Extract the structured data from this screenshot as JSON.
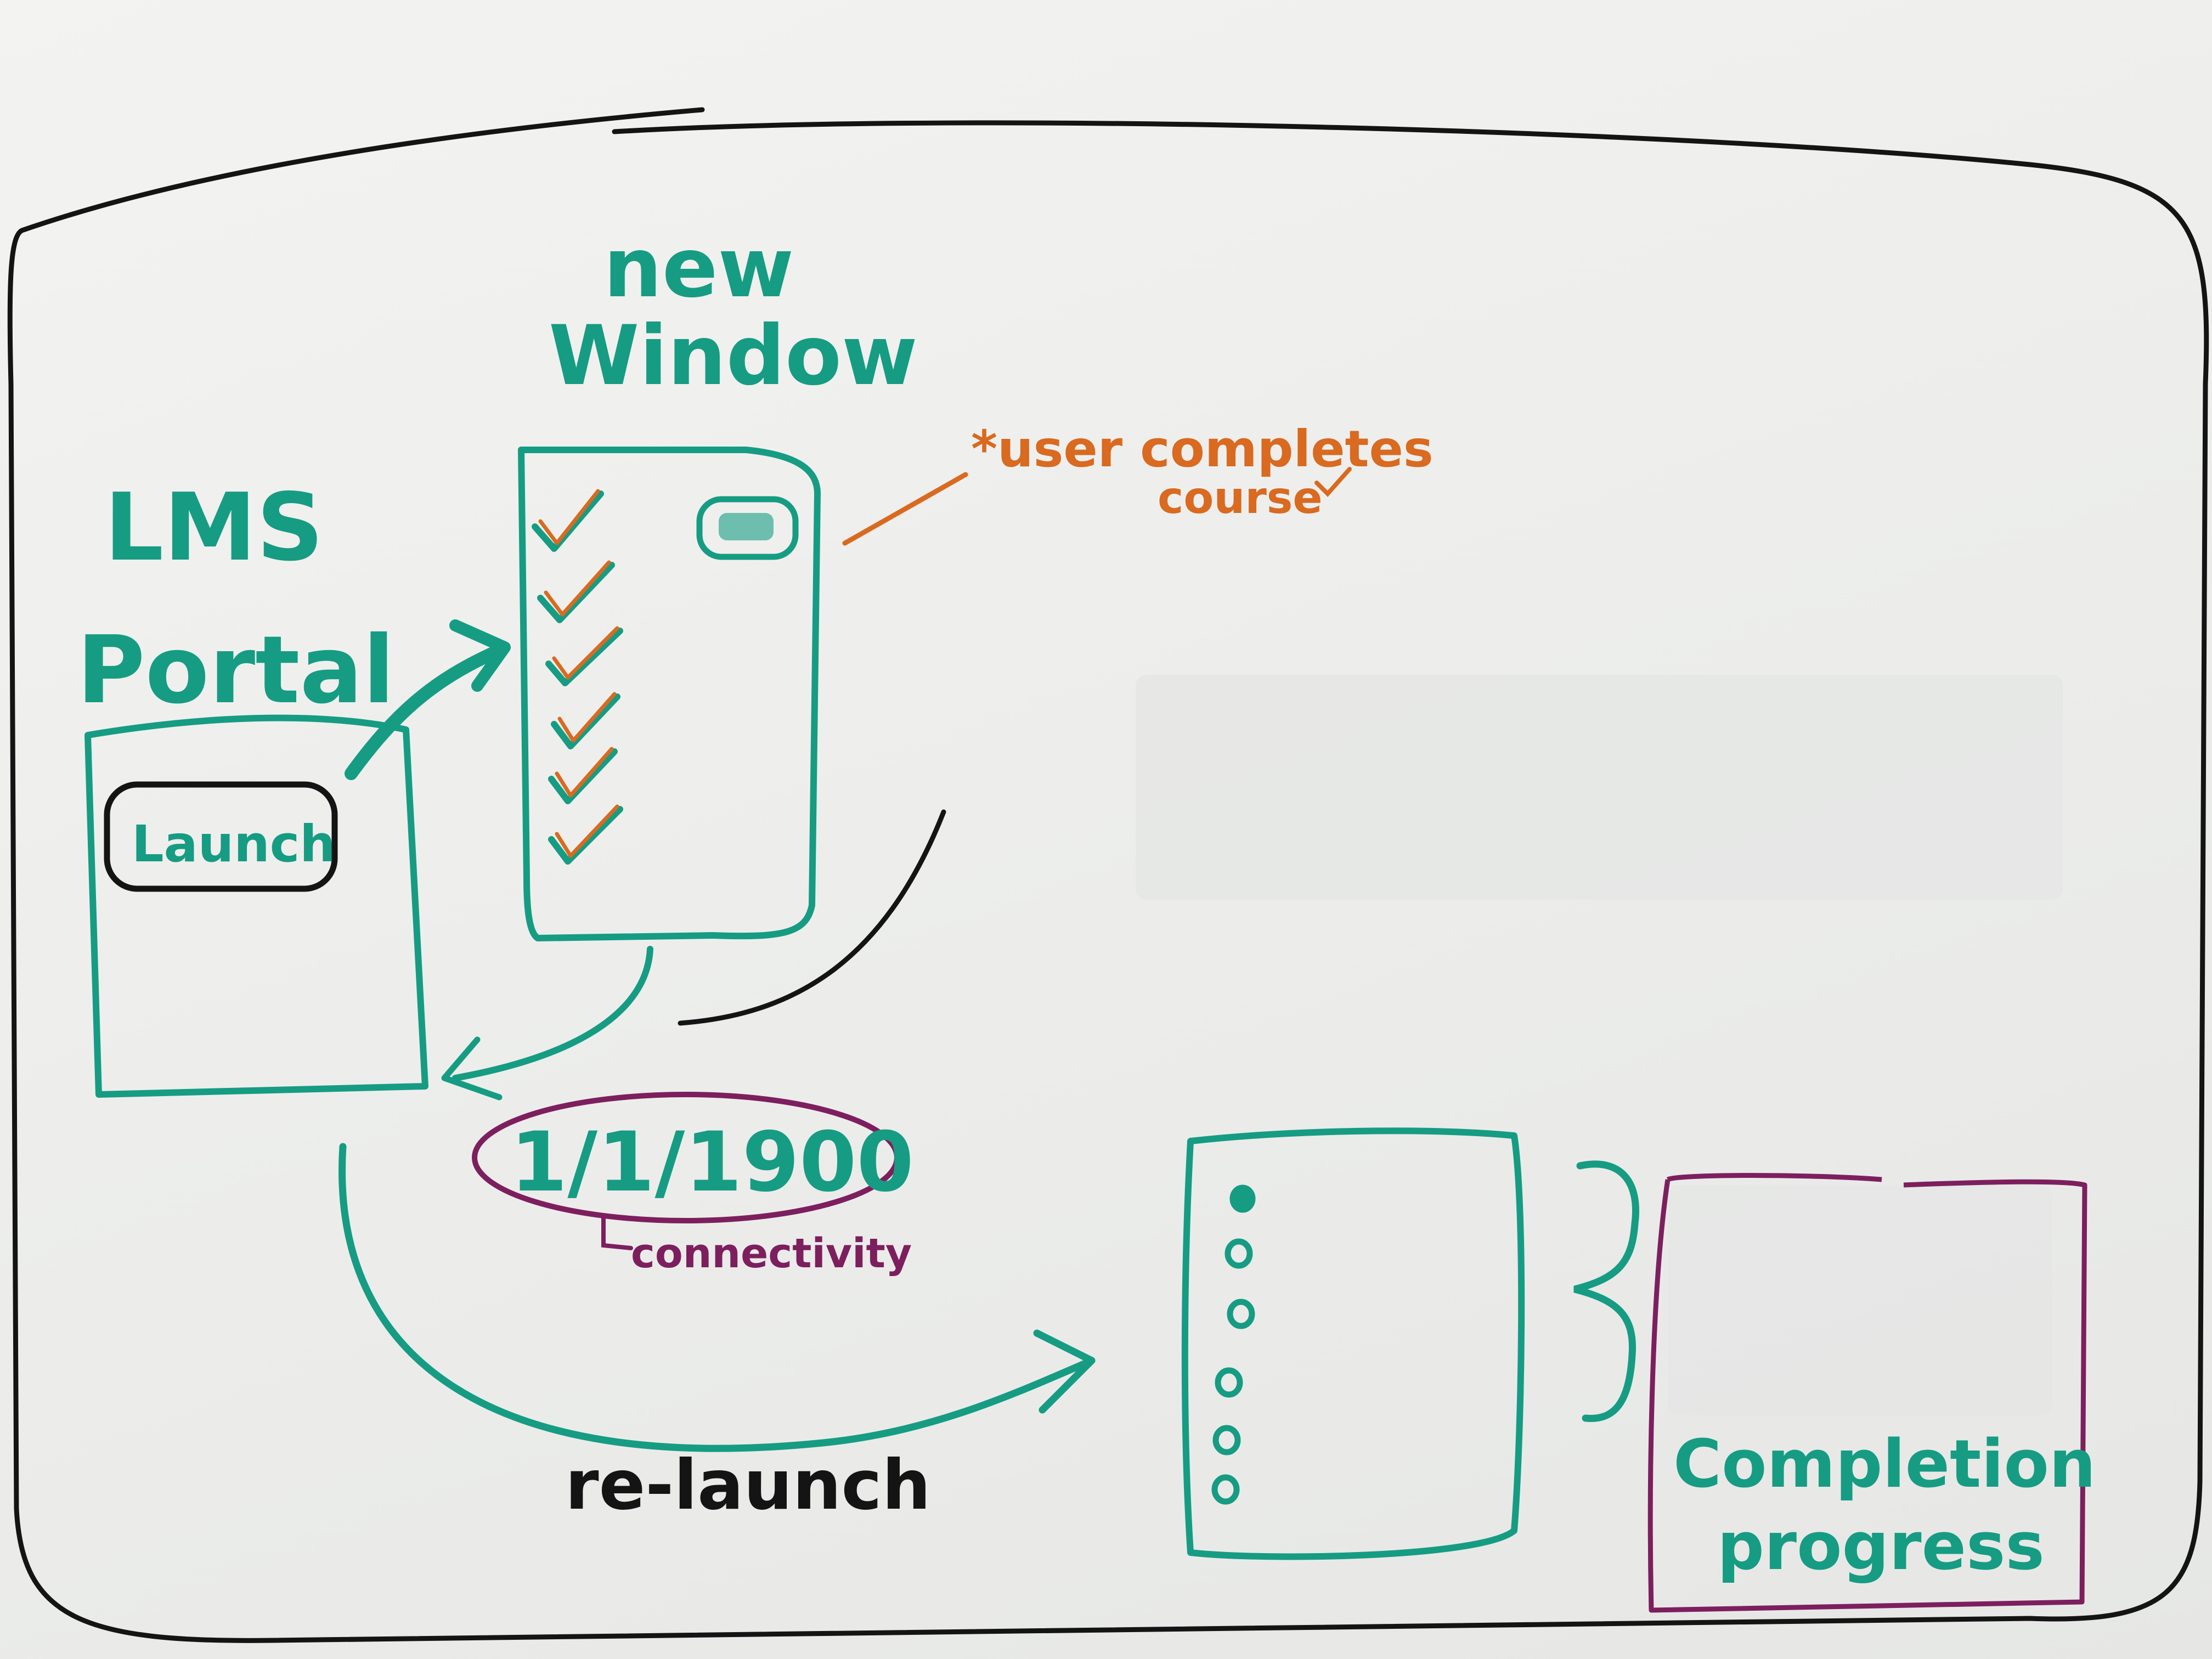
{
  "diagram": {
    "lms_portal": {
      "line1": "LMS",
      "line2": "Portal"
    },
    "launch_button": "Launch",
    "new_window": {
      "line1": "new",
      "line2": "Window"
    },
    "note": {
      "line1": "*user completes",
      "line2": "course"
    },
    "date_value": "1/1/1900",
    "connectivity": "connectivity",
    "relaunch": "re-launch",
    "completion_progress": {
      "line1": "Completion",
      "line2": "progress"
    },
    "colors": {
      "teal": "#169c83",
      "orange": "#d96a20",
      "purple": "#7d1f5e",
      "black": "#141414",
      "board": "#efefed"
    }
  }
}
